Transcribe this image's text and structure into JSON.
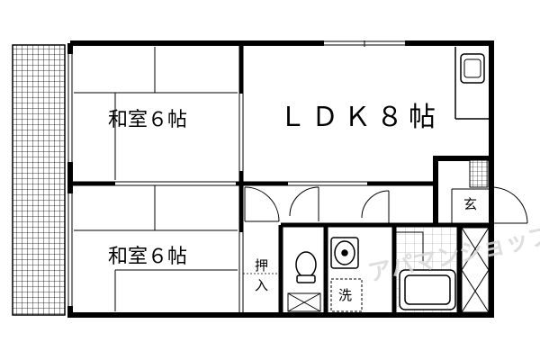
{
  "rooms": {
    "washitsu_upper": "和室６帖",
    "washitsu_lower": "和室６帖",
    "ldk": "ＬＤＫ８帖",
    "closet_top": "押",
    "closet_bottom": "入",
    "entrance": "玄",
    "laundry": "洗"
  },
  "watermark": "アパマンショップ",
  "colors": {
    "wall": "#000000",
    "background": "#ffffff",
    "watermark": "#d9d9d9"
  }
}
